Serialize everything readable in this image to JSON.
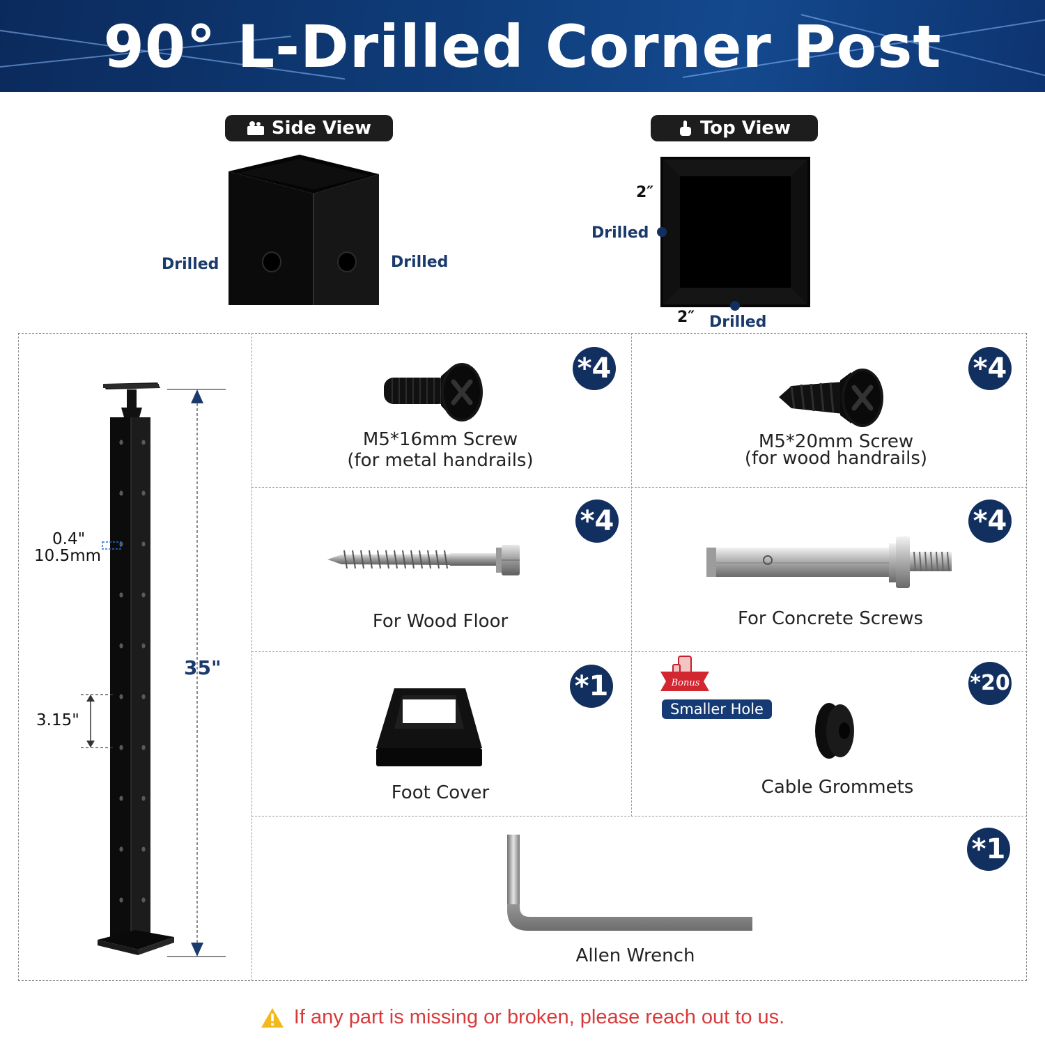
{
  "banner": {
    "title": "90° L-Drilled Corner Post"
  },
  "views": {
    "side_view": {
      "label": "Side View",
      "drilled_left": "Drilled",
      "drilled_right": "Drilled"
    },
    "top_view": {
      "label": "Top View",
      "dim_top": "2″",
      "dim_bottom": "2″",
      "drilled_left": "Drilled",
      "drilled_bottom": "Drilled"
    }
  },
  "post": {
    "hole_dia_in": "0.4\"",
    "hole_dia_mm": "10.5mm",
    "height": "35\"",
    "spacing": "3.15\""
  },
  "parts": [
    {
      "line1": "M5*16mm Screw",
      "line2": "(for metal handrails)",
      "qty": "*4"
    },
    {
      "line1": "M5*20mm Screw",
      "line2": "(for wood handrails)",
      "qty": "*4"
    },
    {
      "line1": "For Wood Floor",
      "qty": "*4"
    },
    {
      "line1": "For Concrete Screws",
      "qty": "*4"
    },
    {
      "line1": "Foot Cover",
      "qty": "*1"
    },
    {
      "line1": "Cable Grommets",
      "qty": "*20",
      "bonus": "Bonus",
      "badge": "Smaller Hole"
    },
    {
      "line1": "Allen Wrench",
      "qty": "*1"
    }
  ],
  "notice": {
    "text": "If any part is missing or broken, please reach out to us."
  },
  "colors": {
    "navy": "#12305f",
    "banner": "#0f3d7a",
    "warning": "#d83a3a",
    "warning_icon": "#f3b81b"
  }
}
